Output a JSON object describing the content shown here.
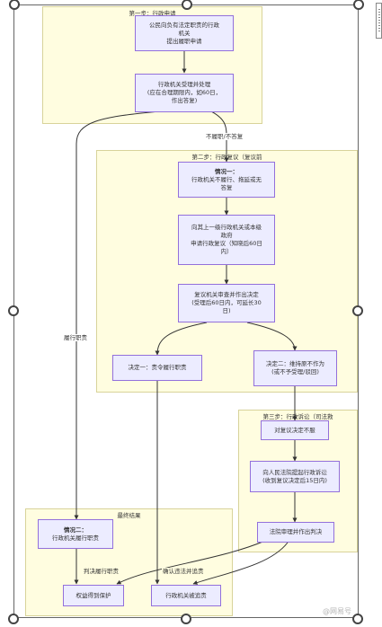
{
  "clusters": {
    "step1": {
      "title": "第一步：行政申请"
    },
    "step2": {
      "title": "第二步：行政复议（复议前"
    },
    "step3": {
      "title": "第三步：行政诉讼（司法救"
    },
    "final": {
      "title": "最终结果"
    }
  },
  "nodes": {
    "apply": {
      "text": "公民向负有法定职责的行政\n机关\n提出履职申请"
    },
    "accept": {
      "text": "行政机关受理并处理\n(应在合理期限内，如60日，\n作出答复)"
    },
    "case1": {
      "title": "情况一：",
      "text": "行政机关不履行、拖延或无\n答复"
    },
    "review_apply": {
      "text": "向其上一级行政机关或本级\n政府\n申请行政复议（知晓后60日\n内）"
    },
    "review_decide": {
      "text": "复议机关审查并作出决定\n(受理后60日内，可延长30\n日)"
    },
    "decision1": {
      "text": "决定一：责令履行职责"
    },
    "decision2": {
      "text": "决定二：维持原不作为\n(或不予受理/驳回)"
    },
    "dissatisfied": {
      "text": "对复议决定不服"
    },
    "lawsuit": {
      "text": "向人民法院提起行政诉讼\n(收到复议决定后15日内)"
    },
    "judgment": {
      "text": "法院审理并作出判决"
    },
    "case2": {
      "title": "情况二：",
      "text": "行政机关履行职责"
    },
    "protected": {
      "text": "权益得到保护"
    },
    "held": {
      "text": "行政机关被追责"
    }
  },
  "edge_labels": {
    "not_performed": "不履职/不答复",
    "performed": "履行职责",
    "ordered": "判决履行职责",
    "illegal": "确认违法并追责"
  },
  "watermark": "@网易号"
}
